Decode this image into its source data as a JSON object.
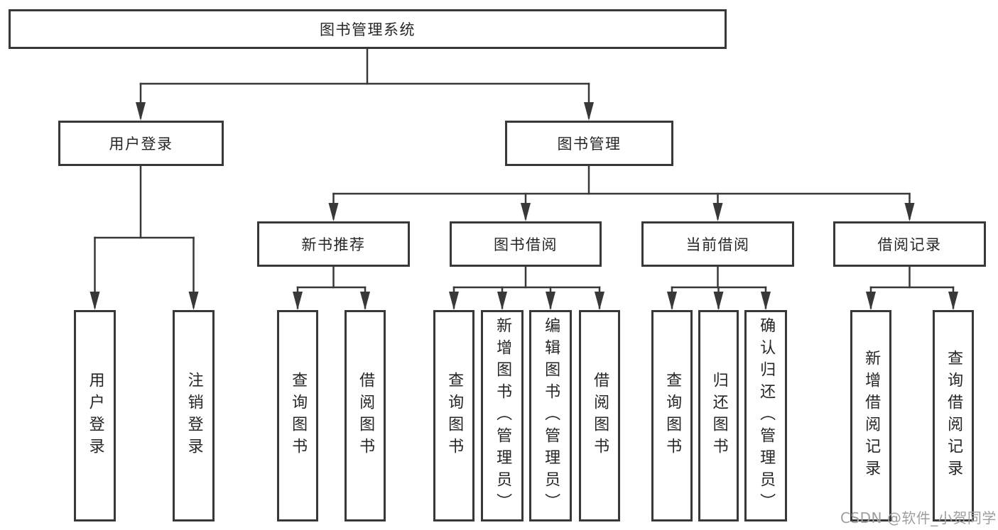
{
  "diagram": {
    "title": "图书管理系统",
    "watermark": "CSDN @软件_小贺同学",
    "colors": {
      "line": "#383838",
      "box_border": "#383838",
      "text": "#262626",
      "background": "#ffffff",
      "watermark": "#9e9e9e"
    },
    "nodes": {
      "root": {
        "label": "图书管理系统"
      },
      "user_login": {
        "label": "用户登录"
      },
      "book_mgmt": {
        "label": "图书管理"
      },
      "new_book_rec": {
        "label": "新书推荐"
      },
      "book_borrow": {
        "label": "图书借阅"
      },
      "current_borrow": {
        "label": "当前借阅"
      },
      "borrow_records": {
        "label": "借阅记录"
      },
      "login": {
        "label": "用户登录"
      },
      "logout": {
        "label": "注销登录"
      },
      "rec_query_books": {
        "label": "查询图书"
      },
      "rec_borrow_books": {
        "label": "借阅图书"
      },
      "bb_query_books": {
        "label": "查询图书"
      },
      "bb_add_books": {
        "label": "新增图书（管理员）"
      },
      "bb_edit_books": {
        "label": "编辑图书（管理员）"
      },
      "bb_borrow_books": {
        "label": "借阅图书"
      },
      "cb_query_books": {
        "label": "查询图书"
      },
      "cb_return_books": {
        "label": "归还图书"
      },
      "cb_confirm_return": {
        "label": "确认归还（管理员）"
      },
      "br_add_record": {
        "label": "新增借阅记录"
      },
      "br_query_record": {
        "label": "查询借阅记录"
      }
    },
    "hierarchy": {
      "root": [
        "user_login",
        "book_mgmt"
      ],
      "user_login": [
        "login",
        "logout"
      ],
      "book_mgmt": [
        "new_book_rec",
        "book_borrow",
        "current_borrow",
        "borrow_records"
      ],
      "new_book_rec": [
        "rec_query_books",
        "rec_borrow_books"
      ],
      "book_borrow": [
        "bb_query_books",
        "bb_add_books",
        "bb_edit_books",
        "bb_borrow_books"
      ],
      "current_borrow": [
        "cb_query_books",
        "cb_return_books",
        "cb_confirm_return"
      ],
      "borrow_records": [
        "br_add_record",
        "br_query_record"
      ]
    }
  }
}
